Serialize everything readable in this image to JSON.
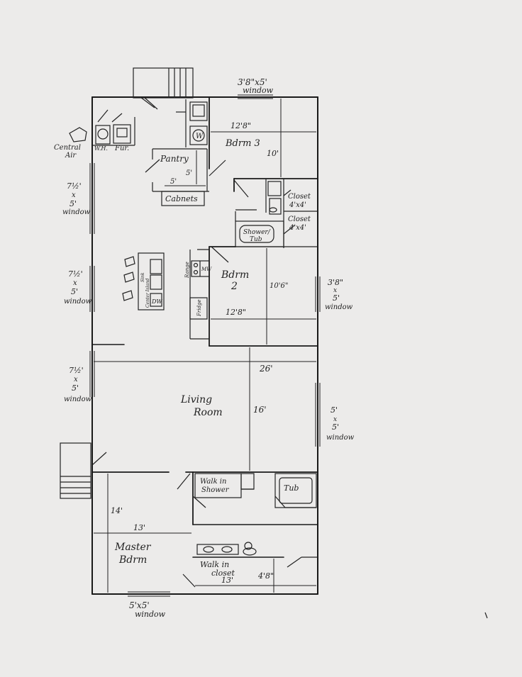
{
  "rooms": {
    "bdrm3": "Bdrm 3",
    "bdrm2_line1": "Bdrm",
    "bdrm2_line2": "2",
    "living_line1": "Living",
    "living_line2": "Room",
    "master_line1": "Master",
    "master_line2": "Bdrm",
    "pantry": "Pantry",
    "cabinets": "Cabnets",
    "walkin_shower_line1": "Walk in",
    "walkin_shower_line2": "Shower",
    "tub": "Tub",
    "walkin_closet_line1": "Walk in",
    "walkin_closet_line2": "closet",
    "closet1_line1": "Closet",
    "closet1_line2": "4'x4'",
    "closet2_line1": "Closet",
    "closet2_line2": "4'x4'",
    "shower_tub_line1": "Shower/",
    "shower_tub_line2": "Tub"
  },
  "fixtures": {
    "central_air_line1": "Central",
    "central_air_line2": "Air",
    "wh": "W.H.",
    "fur": "Fur.",
    "w": "W",
    "center_island_line1": "Sink",
    "center_island_line2": "Center Island",
    "dw": "DW",
    "mw": "MW",
    "range": "Range",
    "fridge": "Fridge"
  },
  "windows": {
    "top_line1": "3'8\"x5'",
    "top_line2": "window",
    "left1_line1": "7½'",
    "left1_line2": "x",
    "left1_line3": "5'",
    "left1_line4": "window",
    "left2_line1": "7½'",
    "left2_line2": "x",
    "left2_line3": "5'",
    "left2_line4": "window",
    "left3_line1": "7½'",
    "left3_line2": "x",
    "left3_line3": "5'",
    "left3_line4": "window",
    "right1_line1": "3'8\"",
    "right1_line2": "x",
    "right1_line3": "5'",
    "right1_line4": "window",
    "right2_line1": "5'",
    "right2_line2": "x",
    "right2_line3": "5'",
    "right2_line4": "window",
    "bottom_line1": "5'x5'",
    "bottom_line2": "window"
  },
  "dimensions": {
    "bdrm3_width": "12'8\"",
    "bdrm3_depth": "10'",
    "pantry_h": "5'",
    "pantry_w": "5'",
    "bdrm2_depth": "10'6\"",
    "bdrm2_width": "12'8\"",
    "house_width": "26'",
    "living_depth": "16'",
    "master_depth": "14'",
    "master_width": "13'",
    "closet_depth": "4'8\"",
    "closet_width": "13'"
  }
}
